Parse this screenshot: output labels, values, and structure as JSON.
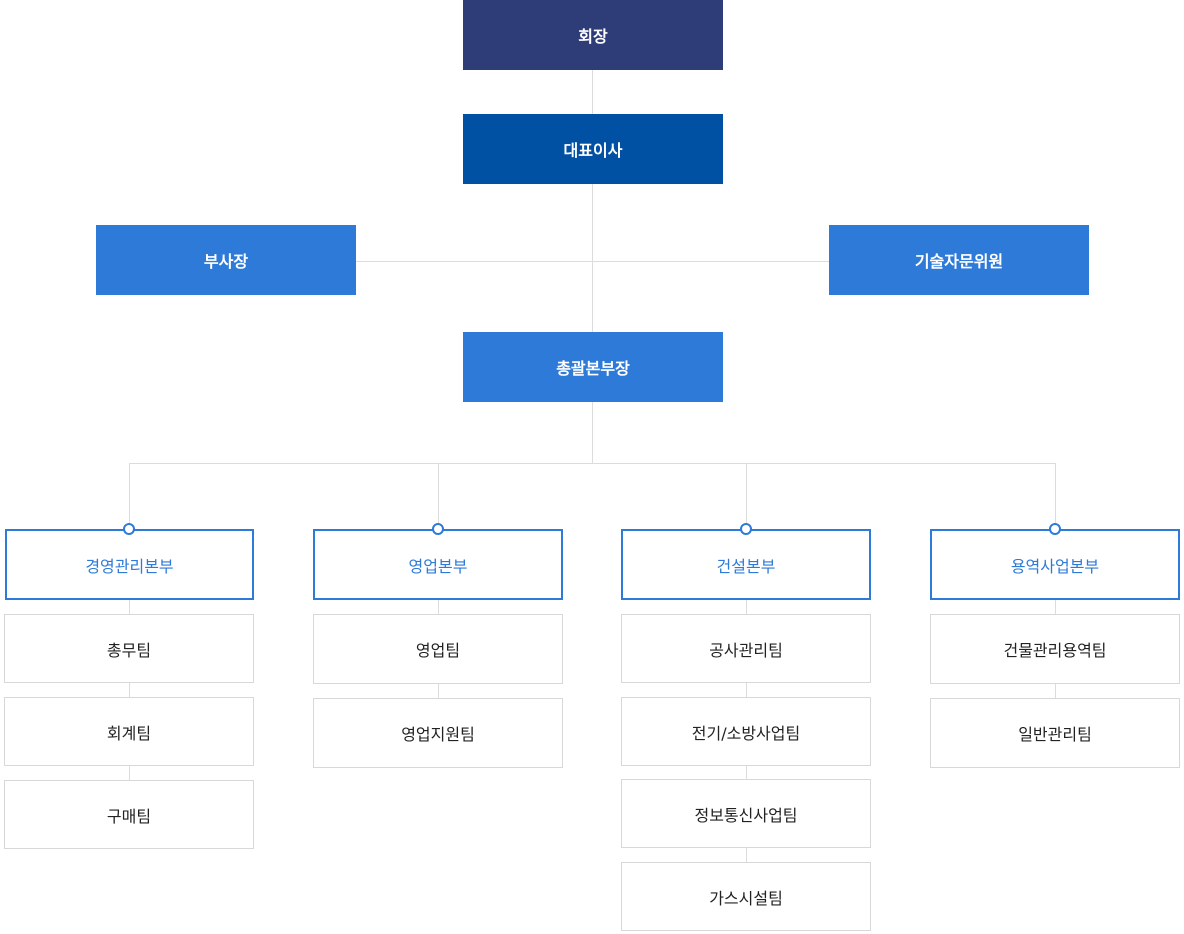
{
  "chairman": "회장",
  "ceo": "대표이사",
  "vice_president": "부사장",
  "tech_advisor": "기술자문위원",
  "general_manager": "총괄본부장",
  "divisions": [
    {
      "name": "경영관리본부",
      "teams": [
        "총무팀",
        "회계팀",
        "구매팀"
      ]
    },
    {
      "name": "영업본부",
      "teams": [
        "영업팀",
        "영업지원팀"
      ]
    },
    {
      "name": "건설본부",
      "teams": [
        "공사관리팀",
        "전기/소방사업팀",
        "정보통신사업팀",
        "가스시설팀"
      ]
    },
    {
      "name": "용역사업본부",
      "teams": [
        "건물관리용역팀",
        "일반관리팀"
      ]
    }
  ],
  "colors": {
    "chairman": "#2e3d78",
    "ceo": "#0050a4",
    "mid": "#2e7ad8",
    "line": "#dcdcdc"
  }
}
